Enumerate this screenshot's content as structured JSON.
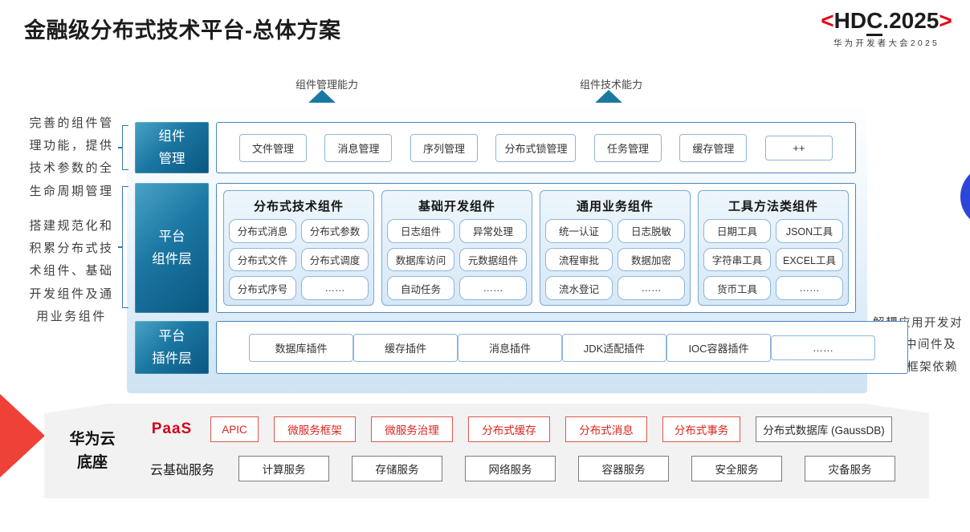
{
  "header": {
    "title": "金融级分布式技术平台-总体方案",
    "logo": {
      "open": "<",
      "hd": "HD",
      "c": "C",
      "rest": ".2025",
      "close": ">",
      "subtitle": "华为开发者大会2025"
    }
  },
  "annotations": {
    "arrow_left_label": "组件管理能力",
    "arrow_right_label": "组件技术能力",
    "left_top": "完善的组件管\n理功能，提供\n技术参数的全\n生命周期管理",
    "left_bottom": "搭建规范化和\n积累分布式技\n术组件、基础\n开发组件及通\n用业务组件",
    "right": "解耦应用开发对\n基础中间件及\nJava框架依赖"
  },
  "component_mgmt": {
    "label": "组件\n管理",
    "items": [
      "文件管理",
      "消息管理",
      "序列管理",
      "分布式锁管理",
      "任务管理",
      "缓存管理",
      "++"
    ]
  },
  "platform_components": {
    "label": "平台\n组件层",
    "columns": [
      {
        "title": "分布式技术组件",
        "items": [
          "分布式消息",
          "分布式参数",
          "分布式文件",
          "分布式调度",
          "分布式序号",
          "……"
        ]
      },
      {
        "title": "基础开发组件",
        "items": [
          "日志组件",
          "异常处理",
          "数据库访问",
          "元数据组件",
          "自动任务",
          "……"
        ]
      },
      {
        "title": "通用业务组件",
        "items": [
          "统一认证",
          "日志脱敏",
          "流程审批",
          "数据加密",
          "流水登记",
          "……"
        ]
      },
      {
        "title": "工具方法类组件",
        "items": [
          "日期工具",
          "JSON工具",
          "字符串工具",
          "EXCEL工具",
          "货币工具",
          "……"
        ]
      }
    ]
  },
  "platform_plugins": {
    "label": "平台\n插件层",
    "items": [
      "数据库插件",
      "缓存插件",
      "消息插件",
      "JDK适配插件",
      "IOC容器插件",
      "……"
    ]
  },
  "cloud_base": {
    "label": "华为云\n底座",
    "paas": {
      "label": "PaaS",
      "items": [
        "APIC",
        "微服务框架",
        "微服务治理",
        "分布式缓存",
        "分布式消息",
        "分布式事务"
      ],
      "db_item": "分布式数据库 (GaussDB)"
    },
    "iaas": {
      "label": "云基础服务",
      "items": [
        "计算服务",
        "存储服务",
        "网络服务",
        "容器服务",
        "安全服务",
        "灾备服务"
      ]
    }
  },
  "icons": {
    "up_arrow": "up-arrow",
    "bracket": "square-bracket",
    "red_wedge": "red-arrowhead",
    "blue_dot": "blue-circle"
  },
  "colors": {
    "teal_layer": "#1a77a2",
    "panel_blue": "#cfe3f4",
    "box_border_blue": "#4d87bd",
    "chip_border_blue": "#8fb6d9",
    "brand_red": "#e60012",
    "paas_red": "#d0021b",
    "cloud_gray": "#f2f2f2",
    "blue_circle": "#2b46d9",
    "red_wedge": "#ee4238"
  }
}
